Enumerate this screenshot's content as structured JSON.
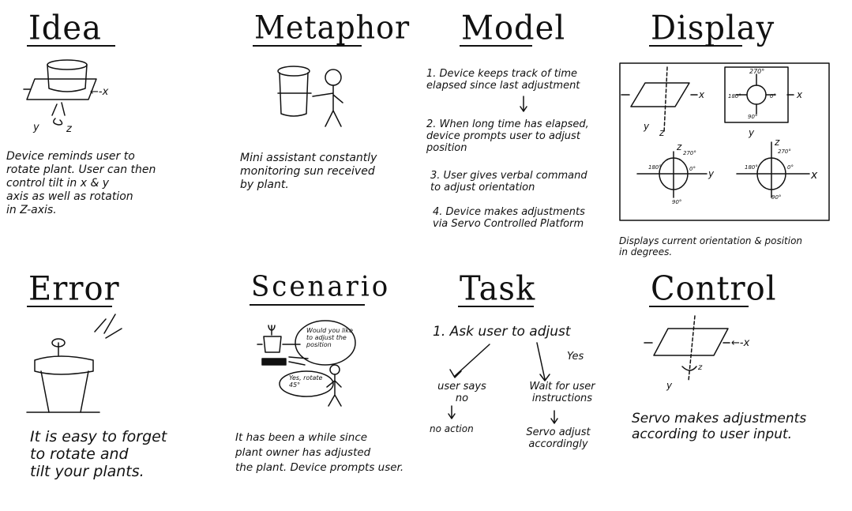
{
  "panels": {
    "idea": {
      "title": "Idea",
      "axis_x": "←-x",
      "axis_y": "y",
      "axis_z": "z",
      "caption": "Device reminds user to\nrotate plant. User can then\ncontrol tilt in x & y\naxis as well as rotation\nin Z-axis."
    },
    "metaphor": {
      "title": "Metaphor",
      "caption": "Mini assistant constantly\nmonitoring sun received\nby plant."
    },
    "model": {
      "title": "Model",
      "step1": "1. Device keeps track of time\n   elapsed since last adjustment",
      "step2": "2. When long time has elapsed,\n   device prompts user to adjust\n   position",
      "step3": "3. User gives verbal command\n   to adjust orientation",
      "step4": "4. Device makes adjustments\n   via Servo Controlled Platform"
    },
    "display": {
      "title": "Display",
      "axis_x": "x",
      "axis_y": "y",
      "axis_z": "z",
      "deg_270": "270°",
      "deg_180": "180°",
      "deg_0": "0°",
      "deg_90": "90°",
      "caption": "Displays current orientation & position\nin degrees."
    },
    "error": {
      "title": "Error",
      "caption": "It is easy to forget\nto rotate and\ntilt your plants."
    },
    "scenario": {
      "title": "Scenario",
      "bubble_device": "Would you like\nto adjust the\nposition",
      "bubble_user": "Yes, rotate\n45°",
      "caption": "It has been a while since\nplant owner has adjusted\nthe plant. Device prompts user."
    },
    "task": {
      "title": "Task",
      "step1": "1. Ask user to adjust",
      "yes": "Yes",
      "user_says": "user says\nno",
      "no_action": "no action",
      "wait": "Wait for user\ninstructions",
      "servo": "Servo adjust\naccordingly"
    },
    "control": {
      "title": "Control",
      "axis_x": "←-x",
      "axis_y": "y",
      "axis_z": "z",
      "caption": "Servo makes adjustments\naccording to user input."
    }
  }
}
